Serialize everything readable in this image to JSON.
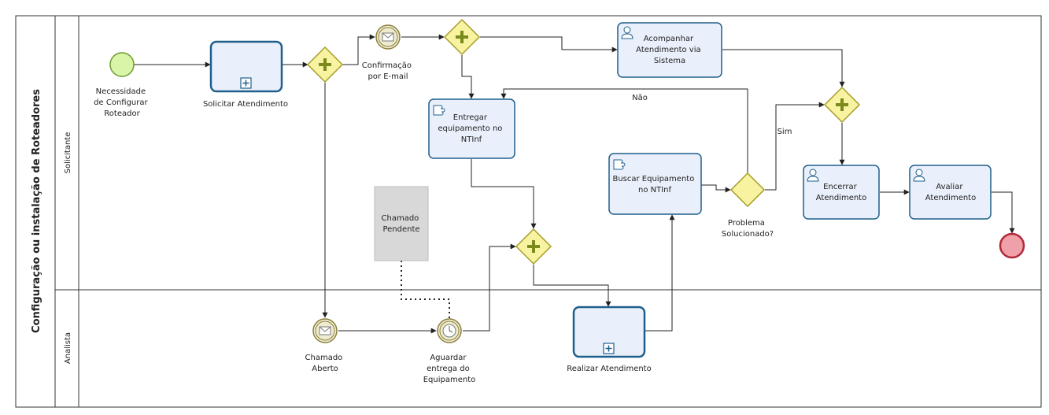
{
  "diagram": {
    "pool": {
      "title": "Configuração ou instalação de Roteadores"
    },
    "lanes": [
      {
        "id": "solicitante",
        "label": "Solicitante"
      },
      {
        "id": "analista",
        "label": "Analista"
      }
    ],
    "elements": {
      "start": {
        "label_lines": [
          "Necessidade",
          "de Configurar",
          "Roteador"
        ]
      },
      "solicitar": {
        "label": "Solicitar Atendimento"
      },
      "email": {
        "label_lines": [
          "Confirmação",
          "por E-mail"
        ]
      },
      "acompanhar": {
        "label_lines": [
          "Acompanhar",
          "Atendimento via",
          "Sistema"
        ]
      },
      "entregar": {
        "label_lines": [
          "Entregar",
          "equipamento no",
          "NTInf"
        ]
      },
      "artifact": {
        "label_lines": [
          "Chamado",
          "Pendente"
        ]
      },
      "buscar": {
        "label_lines": [
          "Buscar Equipamento",
          "no NTInf"
        ]
      },
      "problema": {
        "label_lines": [
          "Problema",
          "Solucionado?"
        ]
      },
      "encerrar": {
        "label_lines": [
          "Encerrar",
          "Atendimento"
        ]
      },
      "avaliar": {
        "label_lines": [
          "Avaliar",
          "Atendimento"
        ]
      },
      "chamado": {
        "label_lines": [
          "Chamado",
          "Aberto"
        ]
      },
      "aguardar": {
        "label_lines": [
          "Aguardar",
          "entrega do",
          "Equipamento"
        ]
      },
      "realizar": {
        "label": "Realizar Atendimento"
      }
    },
    "flow_labels": {
      "nao": "Não",
      "sim": "Sim"
    },
    "colors": {
      "task_fill": "#eaf0fb",
      "task_stroke": "#1f5f8b",
      "gateway_fill": "#f7f3a0",
      "gateway_stroke": "#a69d2a",
      "gateway_plus": "#7a8a1c",
      "start_fill": "#d9f5a8",
      "start_stroke": "#6f9a2f",
      "end_fill": "#f0a0a8",
      "end_stroke": "#b02a38",
      "intermediate_fill": "#efebd0",
      "intermediate_stroke": "#8a7f3c",
      "artifact_fill": "#d8d8d8",
      "line": "#222222"
    }
  }
}
